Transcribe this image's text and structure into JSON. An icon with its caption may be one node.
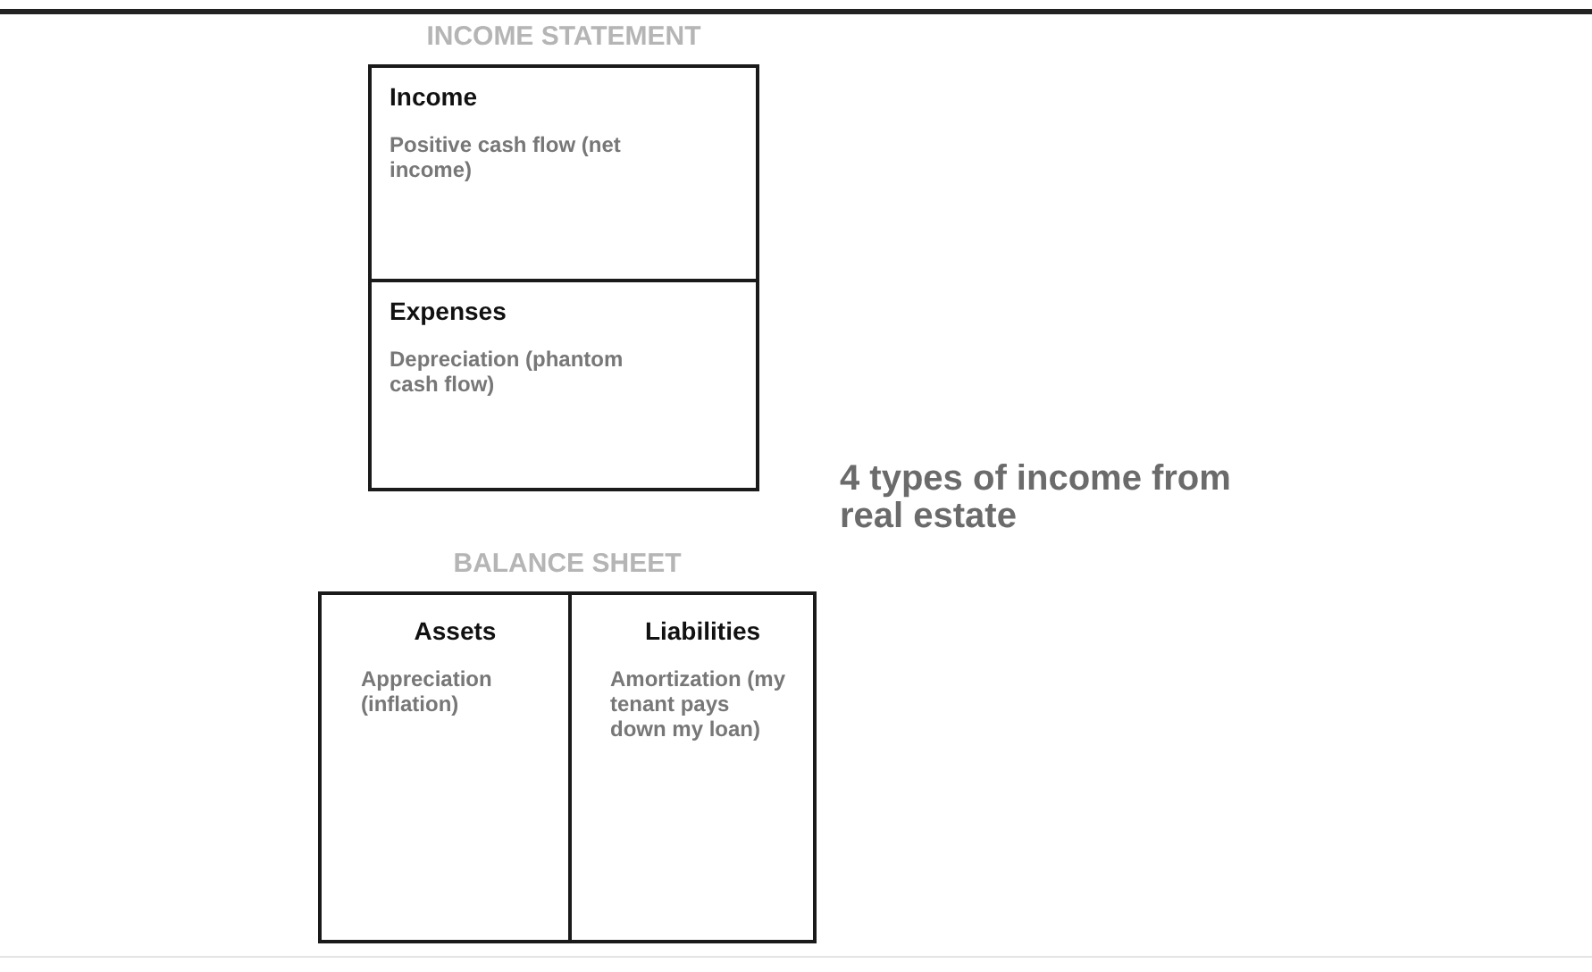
{
  "diagram": {
    "nodes": [
      {
        "text": [
          "INCOME STATEMENT"
        ]
      },
      {
        "text": [
          "Income",
          "Positive cash flow (net income)"
        ],
        "in": 0
      },
      {
        "text": [
          "Expenses",
          "Depreciation (phantom cash flow)"
        ],
        "in": 0
      },
      {
        "text": [
          "BALANCE SHEET"
        ]
      },
      {
        "text": [
          "Assets",
          "Appreciation (inflation)"
        ],
        "in": 3
      },
      {
        "text": [
          "Liabilities",
          "Amortization (my tenant pays down my loan)"
        ],
        "in": 3
      }
    ],
    "edges": [],
    "labels": [
      "4 types of income from real estate"
    ]
  }
}
